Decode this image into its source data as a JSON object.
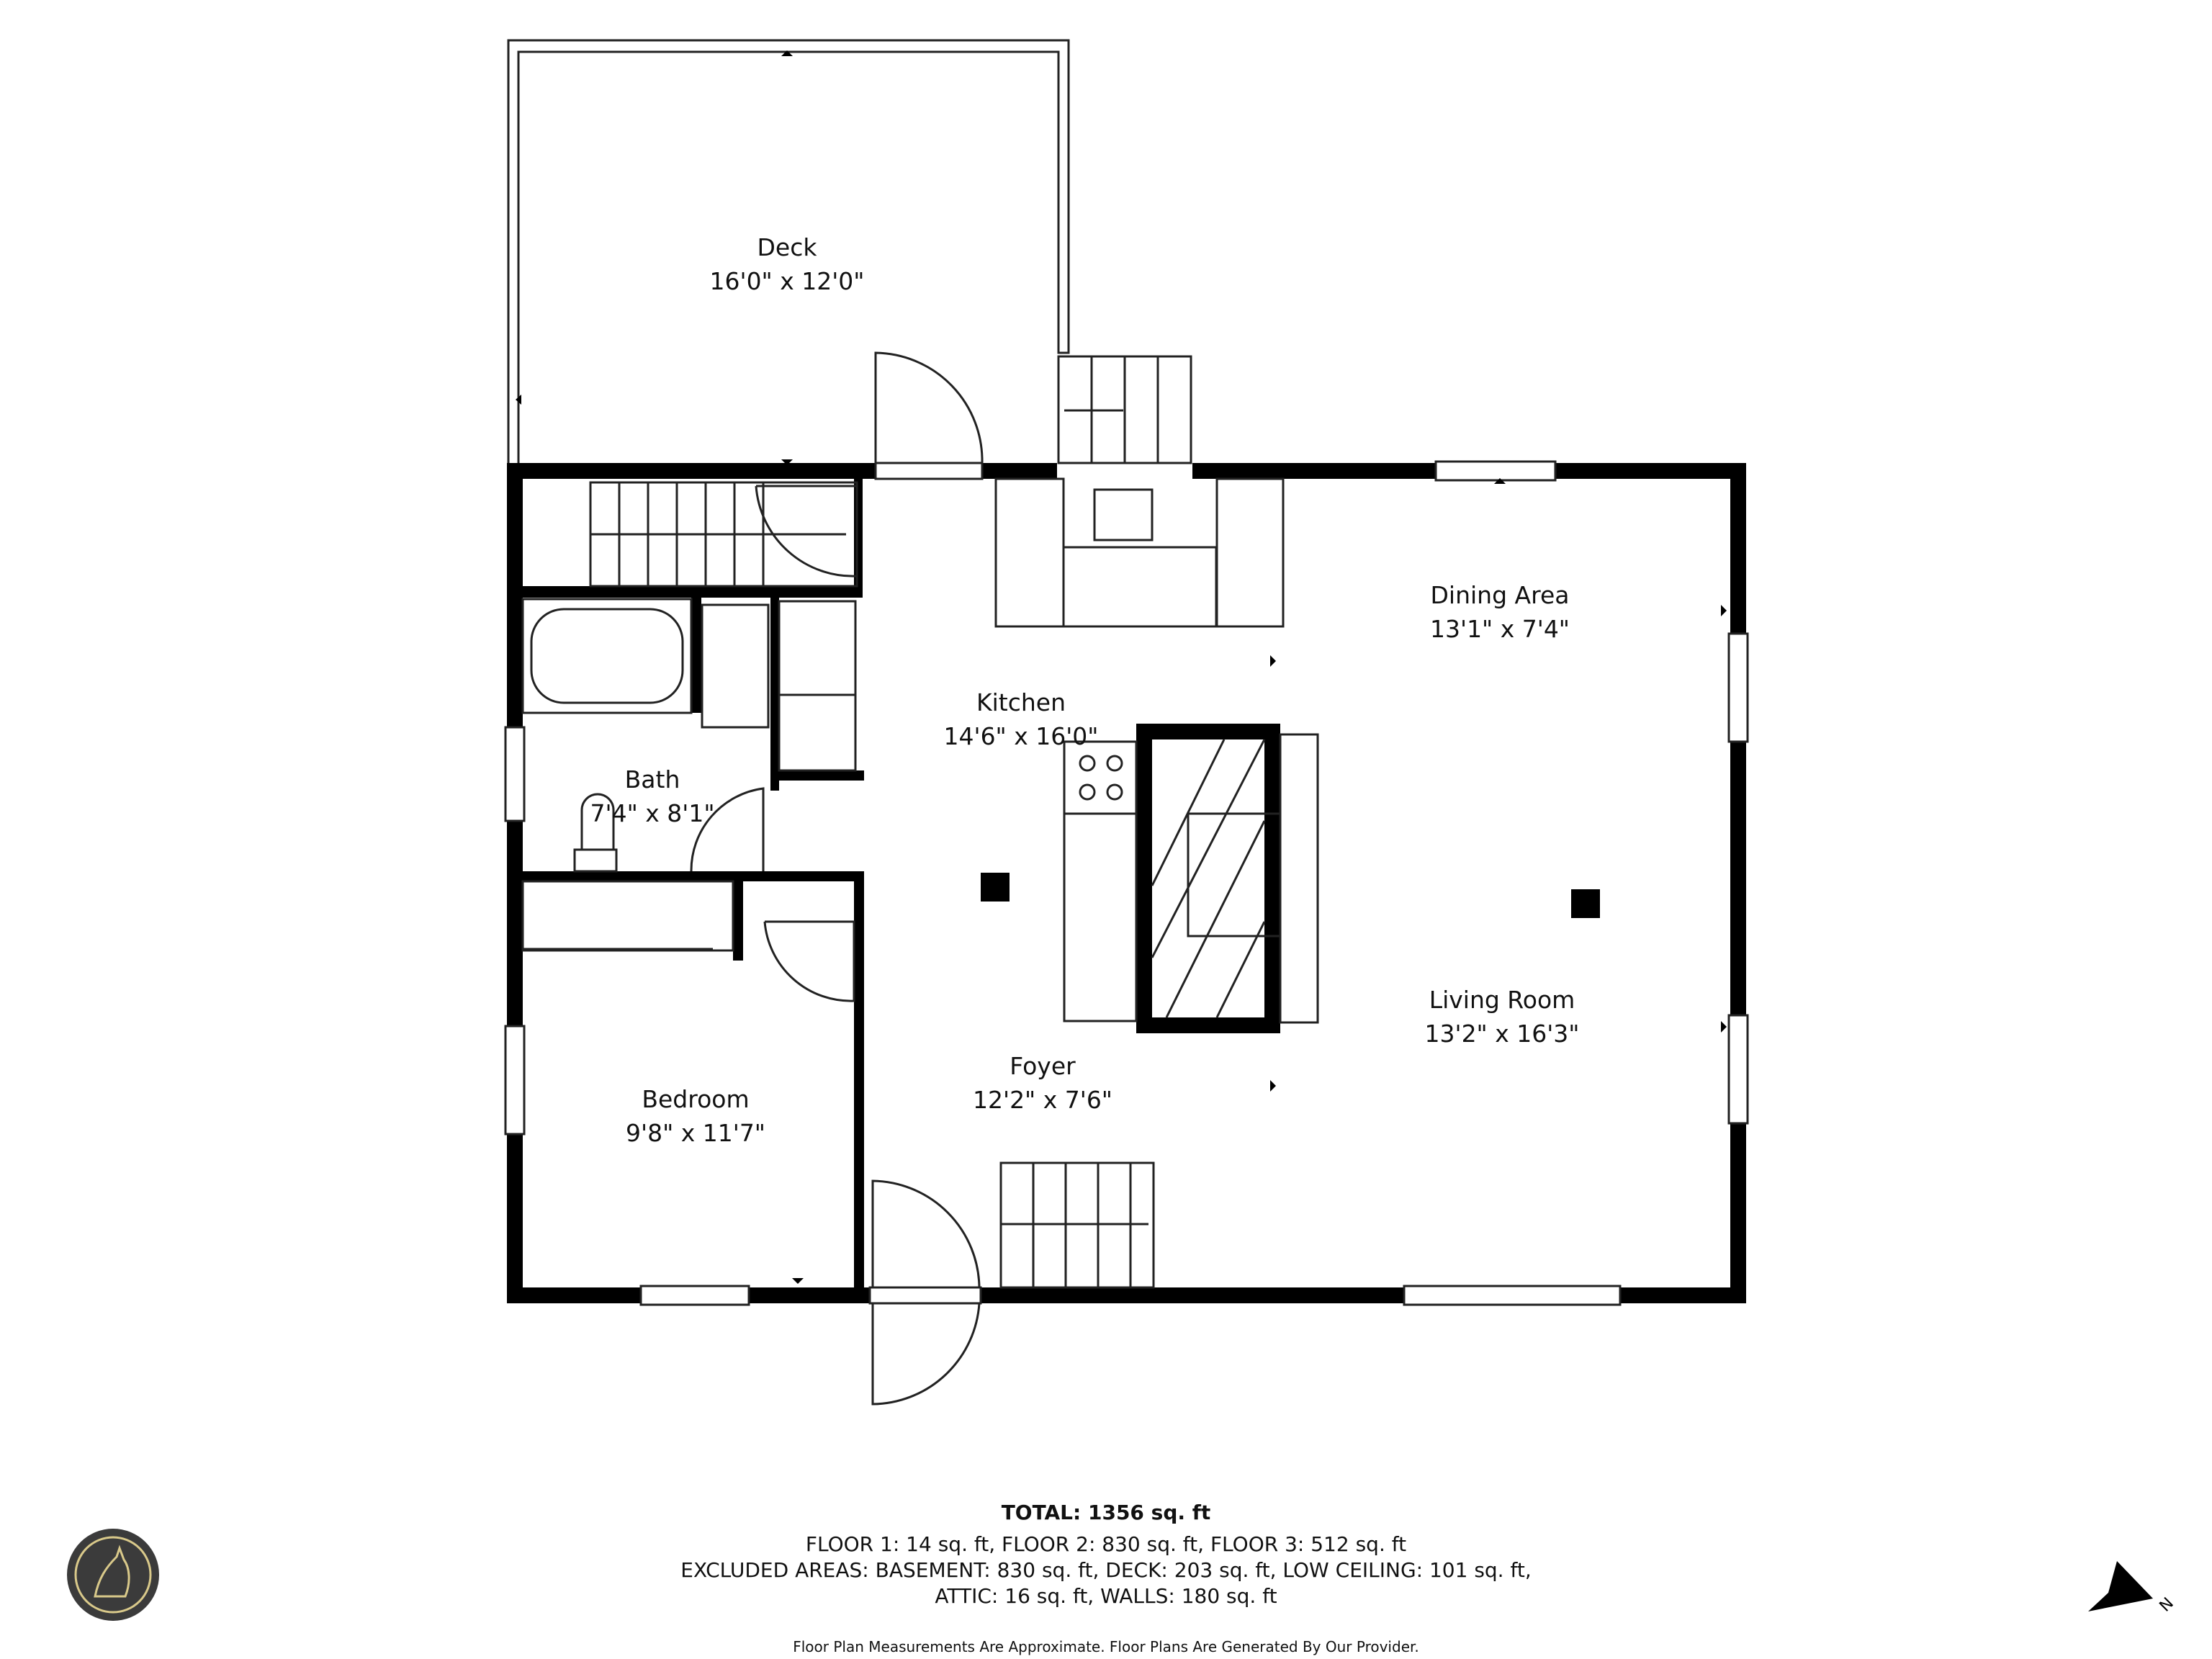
{
  "rooms": {
    "deck": {
      "name": "Deck",
      "dims": "16'0\" x 12'0\""
    },
    "dining": {
      "name": "Dining Area",
      "dims": "13'1\" x 7'4\""
    },
    "kitchen": {
      "name": "Kitchen",
      "dims": "14'6\" x 16'0\""
    },
    "bath": {
      "name": "Bath",
      "dims": "7'4\" x 8'1\""
    },
    "living": {
      "name": "Living Room",
      "dims": "13'2\" x 16'3\""
    },
    "foyer": {
      "name": "Foyer",
      "dims": "12'2\" x 7'6\""
    },
    "bedroom": {
      "name": "Bedroom",
      "dims": "9'8\" x 11'7\""
    }
  },
  "footer": {
    "total": "TOTAL: 1356 sq. ft",
    "line1": "FLOOR 1: 14 sq. ft, FLOOR 2: 830 sq. ft, FLOOR 3: 512 sq. ft",
    "line2": "EXCLUDED AREAS: BASEMENT: 830 sq. ft, DECK: 203 sq. ft, LOW CEILING: 101 sq. ft,",
    "line3": "ATTIC: 16 sq. ft, WALLS: 180 sq. ft",
    "note": "Floor Plan Measurements Are Approximate. Floor Plans Are Generated By Our Provider."
  },
  "compass": {
    "label": "N"
  },
  "colors": {
    "wall": "#000000",
    "logo_bg": "#3b3b3b",
    "logo_accent": "#d9c98a"
  }
}
